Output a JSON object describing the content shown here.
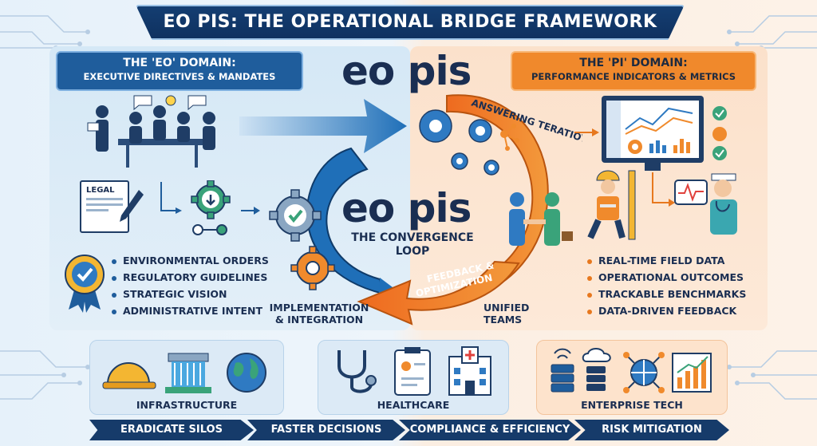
{
  "title": "EO PIS: THE OPERATIONAL BRIDGE FRAMEWORK",
  "logo_text": "eo pis",
  "eo_domain": {
    "title": "THE 'EO' DOMAIN:",
    "subtitle": "EXECUTIVE DIRECTIVES & MANDATES",
    "document_label": "LEGAL",
    "items": [
      "ENVIRONMENTAL ORDERS",
      "REGULATORY GUIDELINES",
      "STRATEGIC VISION",
      "ADMINISTRATIVE INTENT"
    ]
  },
  "pi_domain": {
    "title": "THE 'PI' DOMAIN:",
    "subtitle": "PERFORMANCE INDICATORS & METRICS",
    "items": [
      "REAL-TIME FIELD DATA",
      "OPERATIONAL OUTCOMES",
      "TRACKABLE BENCHMARKS",
      "DATA-DRIVEN FEEDBACK"
    ]
  },
  "center": {
    "convergence_line1": "THE CONVERGENCE",
    "convergence_line2": "LOOP",
    "arc_label": "ANSWERING TERATIOY",
    "feedback_line1": "FEEDBACK &",
    "feedback_line2": "OPTIMIZATION",
    "implementation_line1": "IMPLEMENTATION",
    "implementation_line2": "& INTEGRATION",
    "unified_line1": "UNIFIED",
    "unified_line2": "TEAMS"
  },
  "sectors": [
    {
      "label": "INFRASTRUCTURE",
      "icons": [
        "hard-hat-icon",
        "dam-icon",
        "globe-icon"
      ]
    },
    {
      "label": "HEALTHCARE",
      "icons": [
        "stethoscope-icon",
        "clipboard-icon",
        "hospital-icon"
      ]
    },
    {
      "label": "ENTERPRISE TECH",
      "icons": [
        "server-icon",
        "network-icon",
        "chart-icon"
      ]
    }
  ],
  "footer": [
    "ERADICATE SILOS",
    "FASTER DECISIONS",
    "COMPLIANCE & EFFICIENCY",
    "RISK MITIGATION"
  ],
  "colors": {
    "navy": "#143e72",
    "blue": "#1f6fb8",
    "orange": "#f0892c",
    "text": "#1a2e52"
  }
}
